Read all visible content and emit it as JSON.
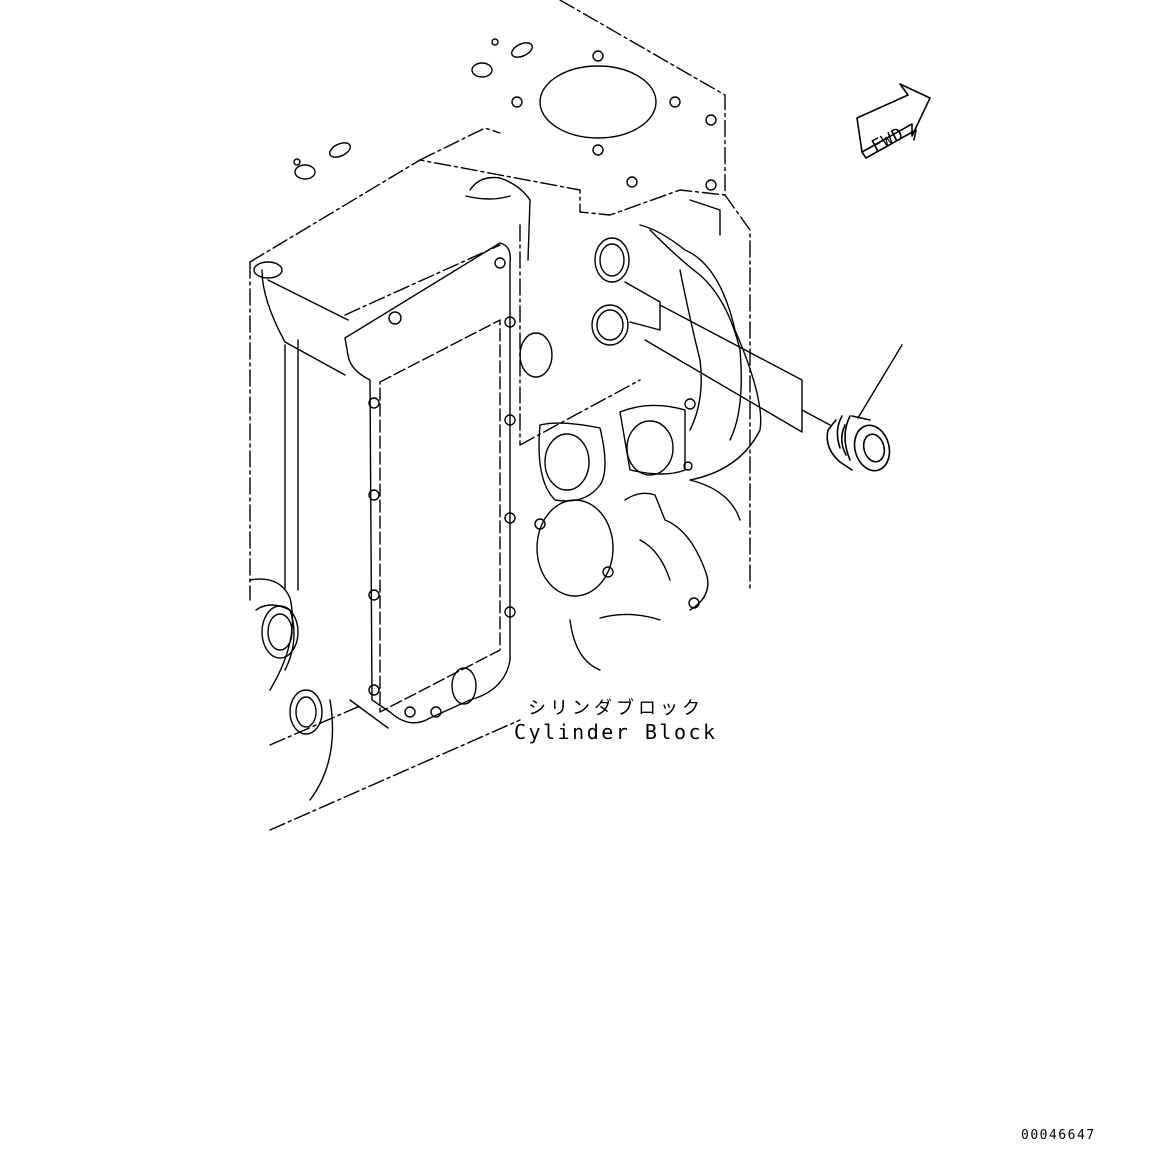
{
  "labels": {
    "part_name_jp": "シリンダブロック",
    "part_name_en": "Cylinder Block",
    "direction": "FWD",
    "drawing_id": "00046647"
  },
  "colors": {
    "line": "#000000",
    "background": "#ffffff"
  },
  "icons": [
    "fwd-arrow-icon",
    "plug-part-icon",
    "cylinder-block-drawing"
  ]
}
